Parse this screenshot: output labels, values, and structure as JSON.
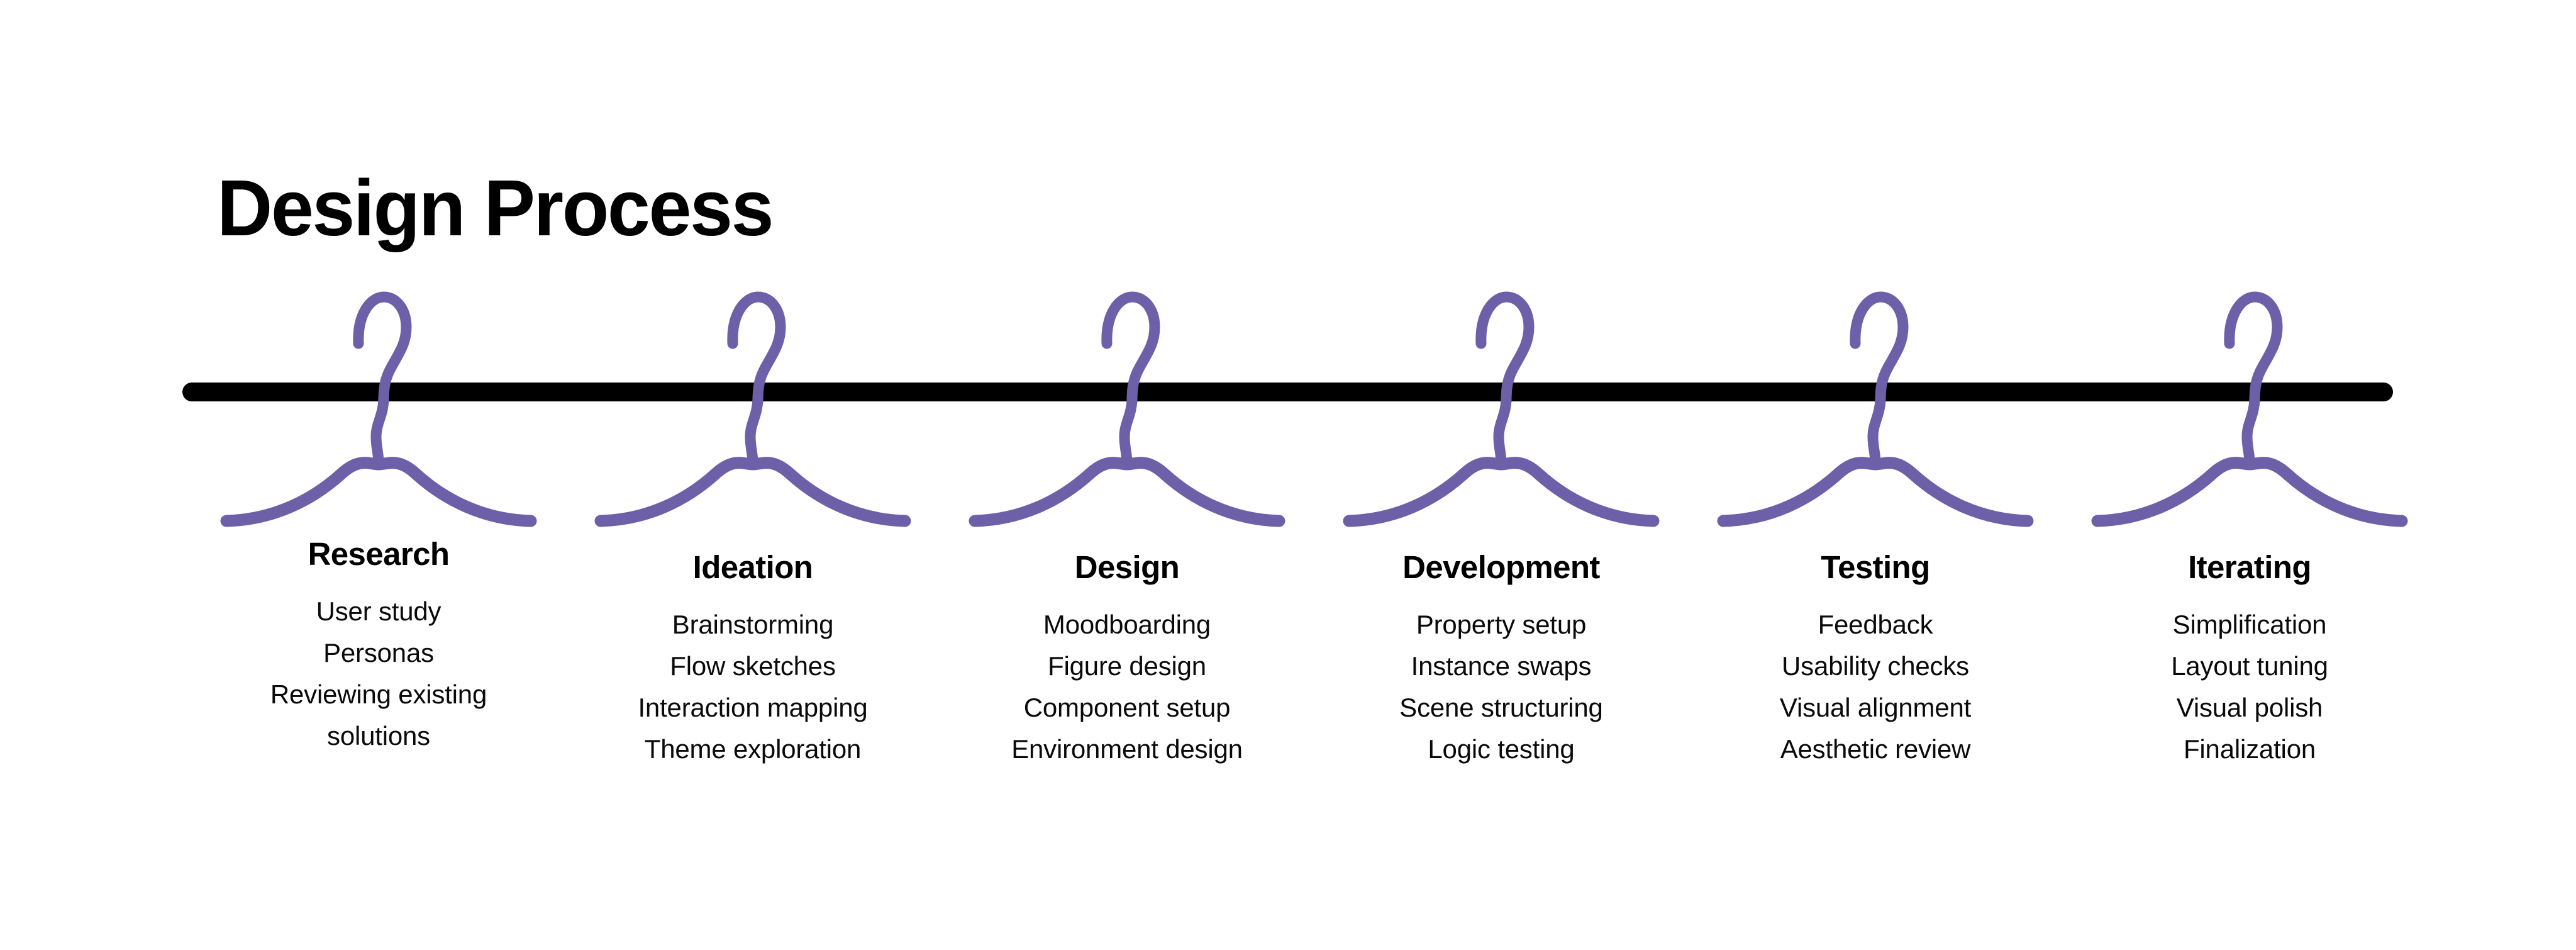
{
  "page": {
    "title": "Design Process",
    "background_color": "#ffffff"
  },
  "rail": {
    "name": "timeline-rail",
    "color": "#000000"
  },
  "icon": {
    "name": "clothes-hanger-icon",
    "color": "#6D5FA8",
    "stroke_color": "#6D5FA8"
  },
  "stages": [
    {
      "heading": "Research",
      "items": [
        "User study",
        "Personas",
        "Reviewing existing",
        "solutions"
      ]
    },
    {
      "heading": "Ideation",
      "items": [
        "Brainstorming",
        "Flow sketches",
        "Interaction mapping",
        "Theme exploration"
      ]
    },
    {
      "heading": "Design",
      "items": [
        "Moodboarding",
        "Figure design",
        "Component setup",
        "Environment design"
      ]
    },
    {
      "heading": "Development",
      "items": [
        "Property setup",
        "Instance swaps",
        "Scene structuring",
        "Logic testing"
      ]
    },
    {
      "heading": "Testing",
      "items": [
        "Feedback",
        "Usability checks",
        "Visual alignment",
        "Aesthetic review"
      ]
    },
    {
      "heading": "Iterating",
      "items": [
        "Simplification",
        "Layout tuning",
        "Visual polish",
        "Finalization"
      ]
    }
  ]
}
